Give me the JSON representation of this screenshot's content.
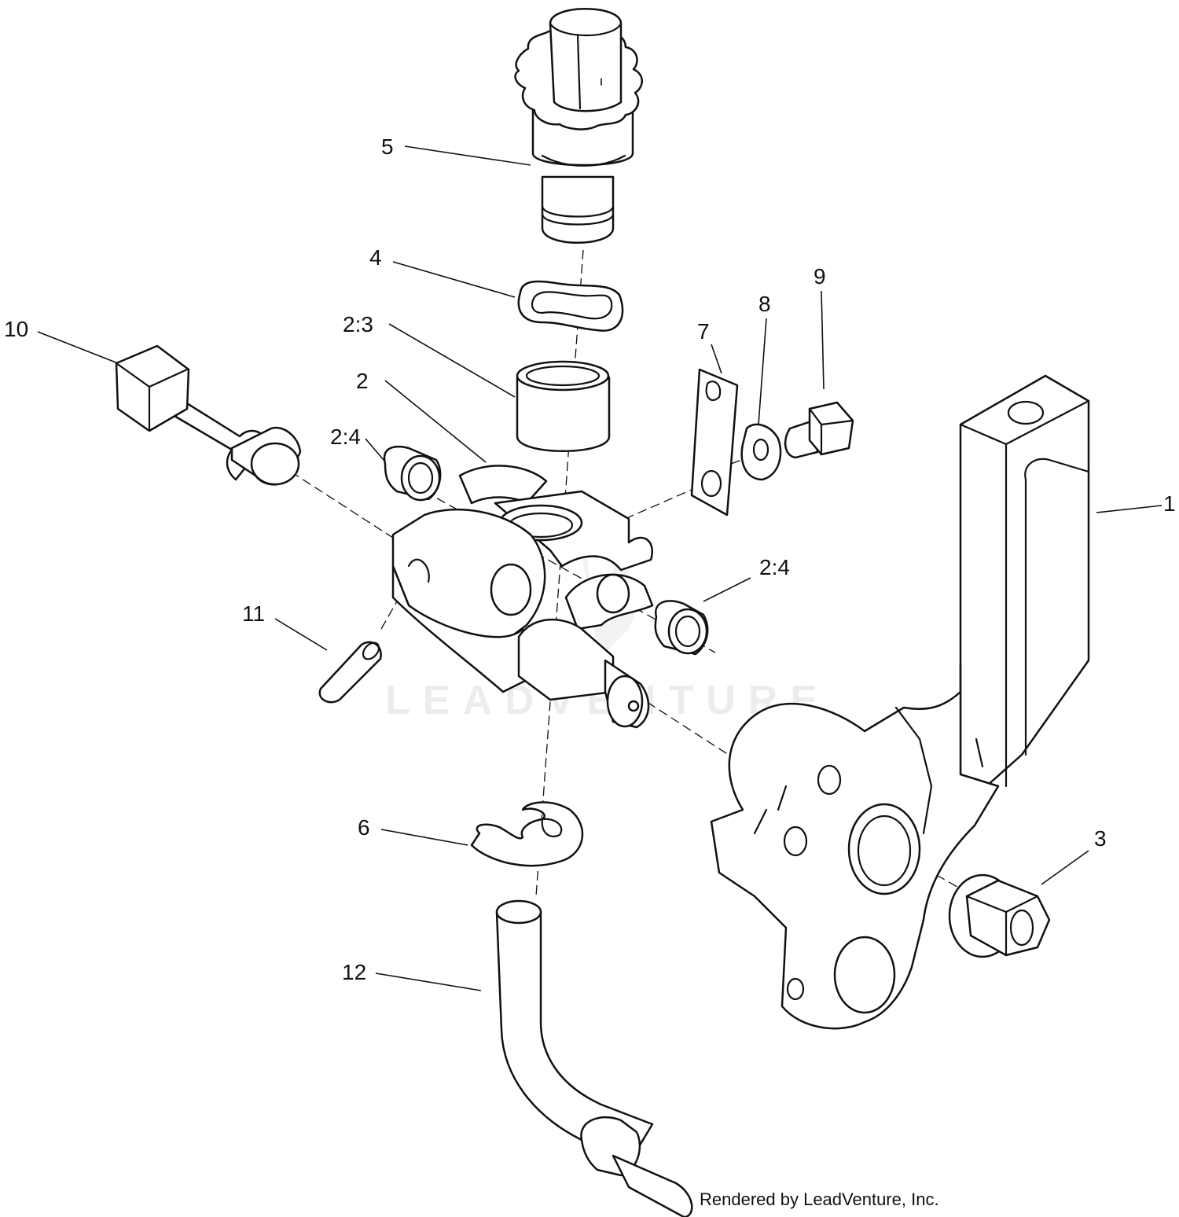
{
  "callouts": [
    {
      "id": "c1",
      "text": "1"
    },
    {
      "id": "c2",
      "text": "2"
    },
    {
      "id": "c2_3",
      "text": "2:3"
    },
    {
      "id": "c2_4a",
      "text": "2:4"
    },
    {
      "id": "c2_4b",
      "text": "2:4"
    },
    {
      "id": "c3",
      "text": "3"
    },
    {
      "id": "c4",
      "text": "4"
    },
    {
      "id": "c5",
      "text": "5"
    },
    {
      "id": "c6",
      "text": "6"
    },
    {
      "id": "c7",
      "text": "7"
    },
    {
      "id": "c8",
      "text": "8"
    },
    {
      "id": "c9",
      "text": "9"
    },
    {
      "id": "c10",
      "text": "10"
    },
    {
      "id": "c11",
      "text": "11"
    },
    {
      "id": "c12",
      "text": "12"
    }
  ],
  "watermark": "LEADVENTURE",
  "credit": "Rendered by LeadVenture, Inc."
}
